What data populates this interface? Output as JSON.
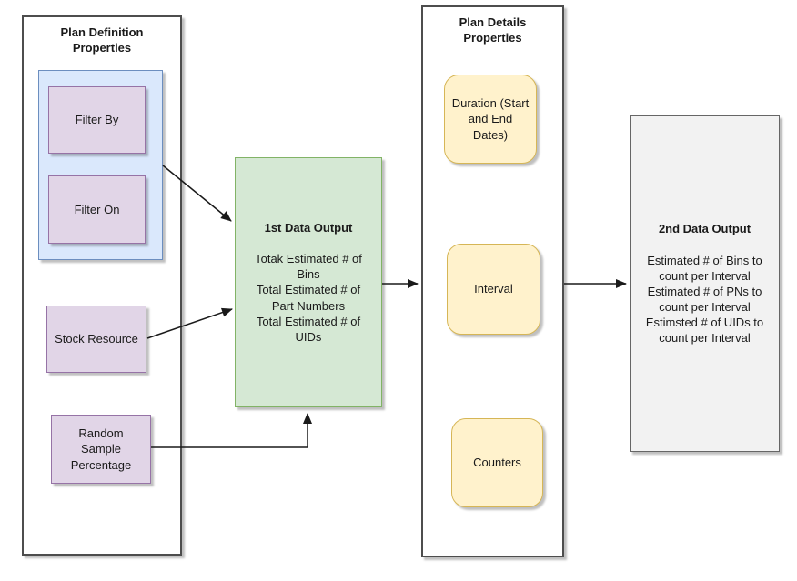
{
  "diagram": {
    "colors": {
      "container_border": "#4d4d4d",
      "blue_fill": "#dae8fc",
      "blue_stroke": "#6c8ebf",
      "purple_fill": "#e1d5e7",
      "purple_stroke": "#9673a6",
      "green_fill": "#d5e8d4",
      "green_stroke": "#82b366",
      "yellow_fill": "#fff2cc",
      "yellow_stroke": "#d6b656",
      "gray_fill": "#f2f2f2",
      "gray_stroke": "#666666",
      "arrow": "#1a1a1a"
    },
    "plan_definition": {
      "title": "Plan Definition\nProperties",
      "filter_group": {
        "items": [
          {
            "label": "Filter By"
          },
          {
            "label": "Filter On"
          }
        ]
      },
      "stock_resource_label": "Stock Resource",
      "random_sample_label": "Random\nSample\nPercentage"
    },
    "first_output": {
      "title": "1st Data Output",
      "lines": [
        "Totak Estimated # of\nBins",
        "Total Estimated # of\nPart Numbers",
        "Total Estimated # of\nUIDs"
      ]
    },
    "plan_details": {
      "title": "Plan Details\nProperties",
      "items": [
        {
          "label": "Duration (Start\nand End\nDates)"
        },
        {
          "label": "Interval"
        },
        {
          "label": "Counters"
        }
      ]
    },
    "second_output": {
      "title": "2nd Data Output",
      "lines": [
        "Estimated # of Bins to\ncount per Interval",
        "Estimated # of PNs to\ncount per Interval",
        "Estimsted # of UIDs to\ncount per Interval"
      ]
    }
  }
}
